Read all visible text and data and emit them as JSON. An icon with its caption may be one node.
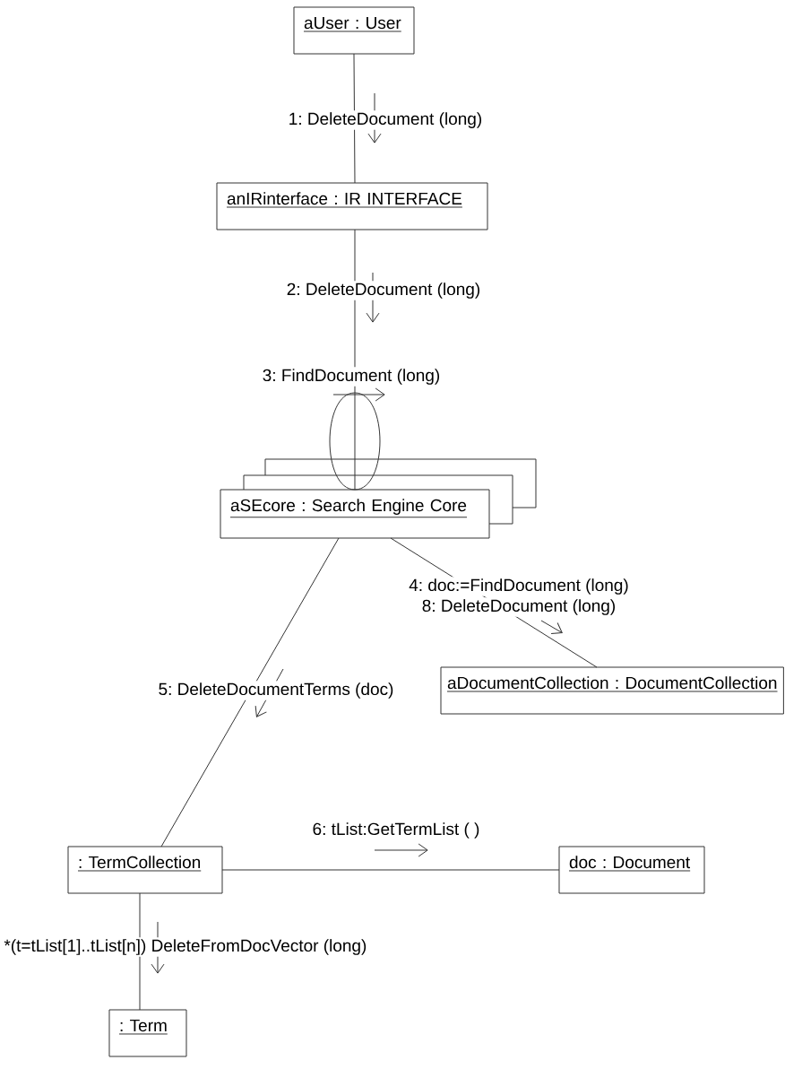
{
  "diagram": {
    "nodes": [
      {
        "text": [
          "aUser : User"
        ]
      },
      {
        "text": [
          "anIRinterface : IR INTERFACE"
        ]
      },
      {
        "text": [
          "aSEcore : Search Engine Core"
        ]
      },
      {
        "text": [
          "aDocumentCollection : DocumentCollection"
        ]
      },
      {
        "text": [
          ": TermCollection"
        ]
      },
      {
        "text": [
          "doc : Document"
        ]
      },
      {
        "text": [
          ": Term"
        ]
      }
    ],
    "edges": [
      {
        "from": 0,
        "to": 1,
        "arrow": "none",
        "label": "1: DeleteDocument (long)"
      },
      {
        "from": 1,
        "to": 2,
        "arrow": "none",
        "label": "2: DeleteDocument (long)"
      },
      {
        "from": 2,
        "to": 2,
        "arrow": "none",
        "label": "3: FindDocument (long)"
      },
      {
        "from": 2,
        "to": 3,
        "arrow": "none",
        "label": "4: doc:=FindDocument (long)"
      },
      {
        "from": 2,
        "to": 4,
        "arrow": "none",
        "label": "5: DeleteDocumentTerms (doc)"
      },
      {
        "from": 4,
        "to": 5,
        "arrow": "none",
        "label": "6: tList:GetTermList ( )"
      },
      {
        "from": 4,
        "to": 6,
        "arrow": "none",
        "label": "*(t=tList[1]..tList[n]) DeleteFromDocVector (long)"
      }
    ],
    "labels": [
      "8: DeleteDocument (long)"
    ]
  }
}
